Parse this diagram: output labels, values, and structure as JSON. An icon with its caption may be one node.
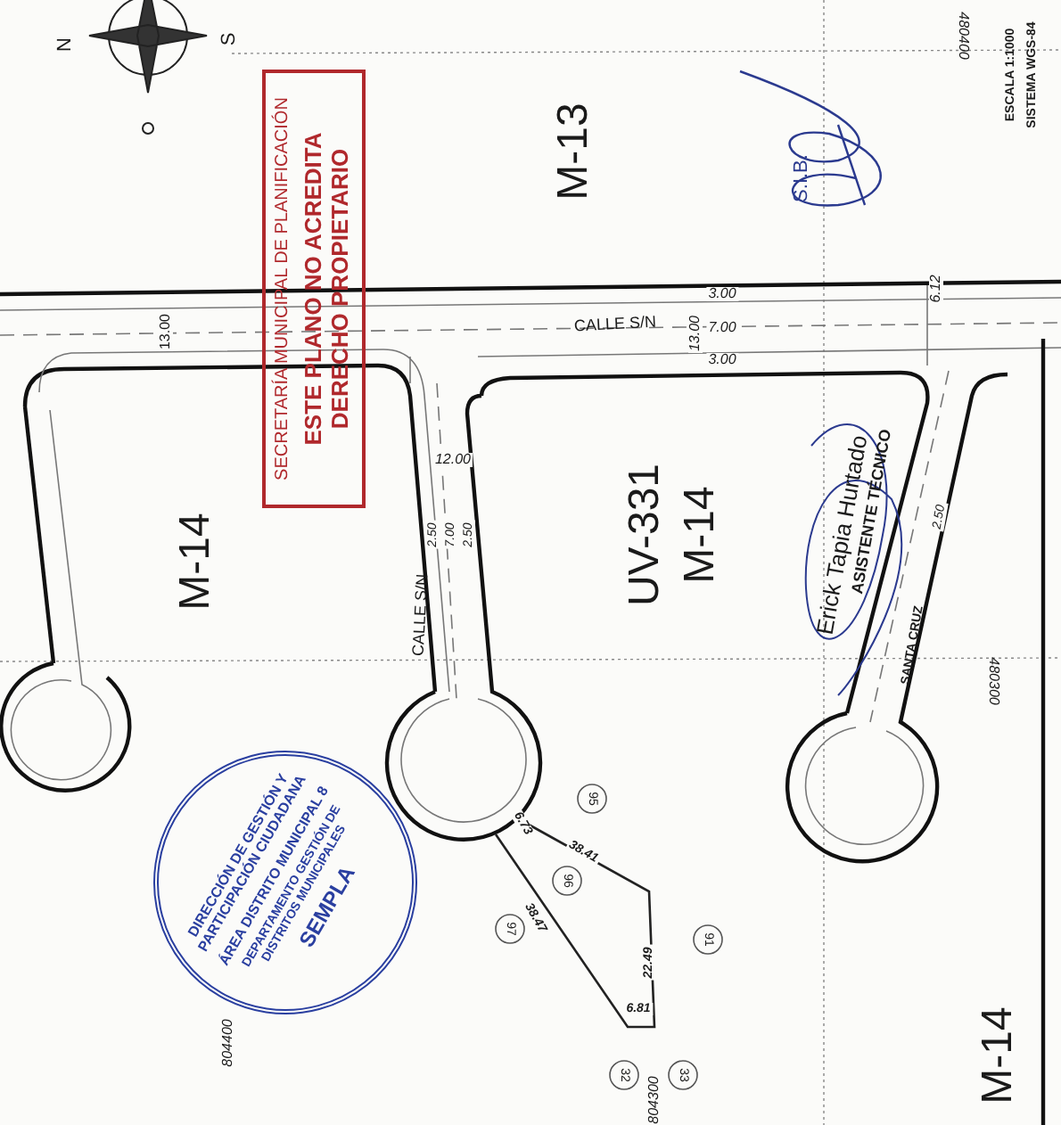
{
  "diagram": {
    "nodes": [
      {
        "text": [
          "SECRETARÍA MUNICIPAL DE PLANIFICACIÓN",
          "ESTE PLANO NO ACREDITA DERECHO PROPIETARIO"
        ]
      },
      {
        "text": [
          "DIRECCIÓN DE GESTIÓN Y PARTICIPACIÓN CIUDADANA",
          "ÁREA DISTRITO MUNICIPAL 8",
          "DEPARTAMENTO GESTIÓN DE DISTRITOS MUNICIPALES",
          "SEMPLA"
        ]
      }
    ],
    "edges": [],
    "labels": [
      "N",
      "S",
      "M-13",
      "S.I.B.",
      "ESCALA 1:1000",
      "SISTEMA WGS-84",
      "480400",
      "CALLE S/N",
      "3.00",
      "7.00",
      "13.00",
      "3.00",
      "6.12",
      "13.00",
      "12.00",
      "2.50",
      "7.00",
      "2.50",
      "CALLE S/N",
      "M-14",
      "UV-331",
      "M-14",
      "Erick Tapia Hurtado",
      "ASISTENTE TÉCNICO",
      "SANTA CRUZ",
      "2.50",
      "480300",
      "6.73",
      "38.41",
      "38.47",
      "22.49",
      "6.81",
      "95",
      "96",
      "97",
      "91",
      "32",
      "33",
      "M-14",
      "804400",
      "804300"
    ]
  }
}
